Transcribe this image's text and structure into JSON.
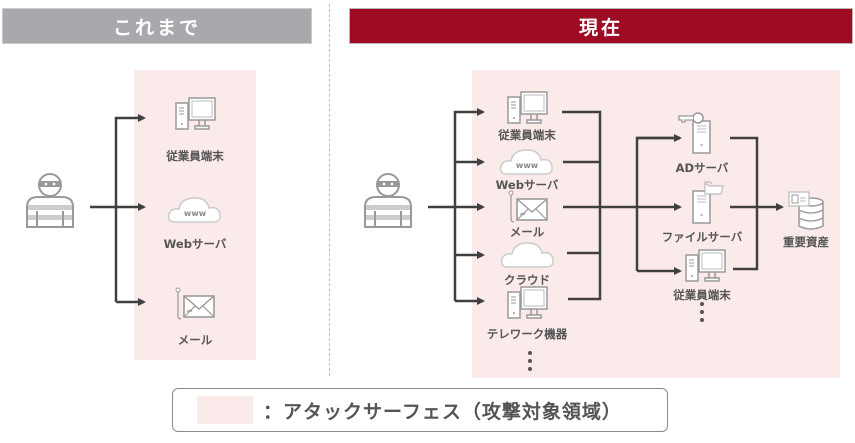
{
  "headers": {
    "before": "これまで",
    "now": "現在"
  },
  "colors": {
    "header_before": "#a7a9ac",
    "header_now": "#9d0c23",
    "attack_surface": "#fbeaea",
    "line": "#404040",
    "icon": "#a0a0a0"
  },
  "before": {
    "attacker_icon": "attacker-icon",
    "targets": [
      {
        "label": "従業員端末",
        "icon": "desktop-pc-icon"
      },
      {
        "label": "Webサーバ",
        "icon": "www-cloud-icon"
      },
      {
        "label": "メール",
        "icon": "phishing-mail-icon"
      }
    ]
  },
  "now": {
    "attacker_icon": "attacker-icon",
    "entry_points": [
      {
        "label": "従業員端末",
        "icon": "desktop-pc-icon"
      },
      {
        "label": "Webサーバ",
        "icon": "www-cloud-icon"
      },
      {
        "label": "メール",
        "icon": "phishing-mail-icon"
      },
      {
        "label": "クラウド",
        "icon": "cloud-icon"
      },
      {
        "label": "テレワーク機器",
        "icon": "desktop-pc-icon"
      }
    ],
    "internal": [
      {
        "label": "ADサーバ",
        "icon": "key-server-icon"
      },
      {
        "label": "ファイルサーバ",
        "icon": "folder-server-icon"
      },
      {
        "label": "従業員端末",
        "icon": "desktop-pc-icon"
      }
    ],
    "asset": {
      "label": "重要資産",
      "icon": "database-id-icon"
    }
  },
  "legend": {
    "text": "：アタックサーフェス（攻撃対象領域）"
  }
}
